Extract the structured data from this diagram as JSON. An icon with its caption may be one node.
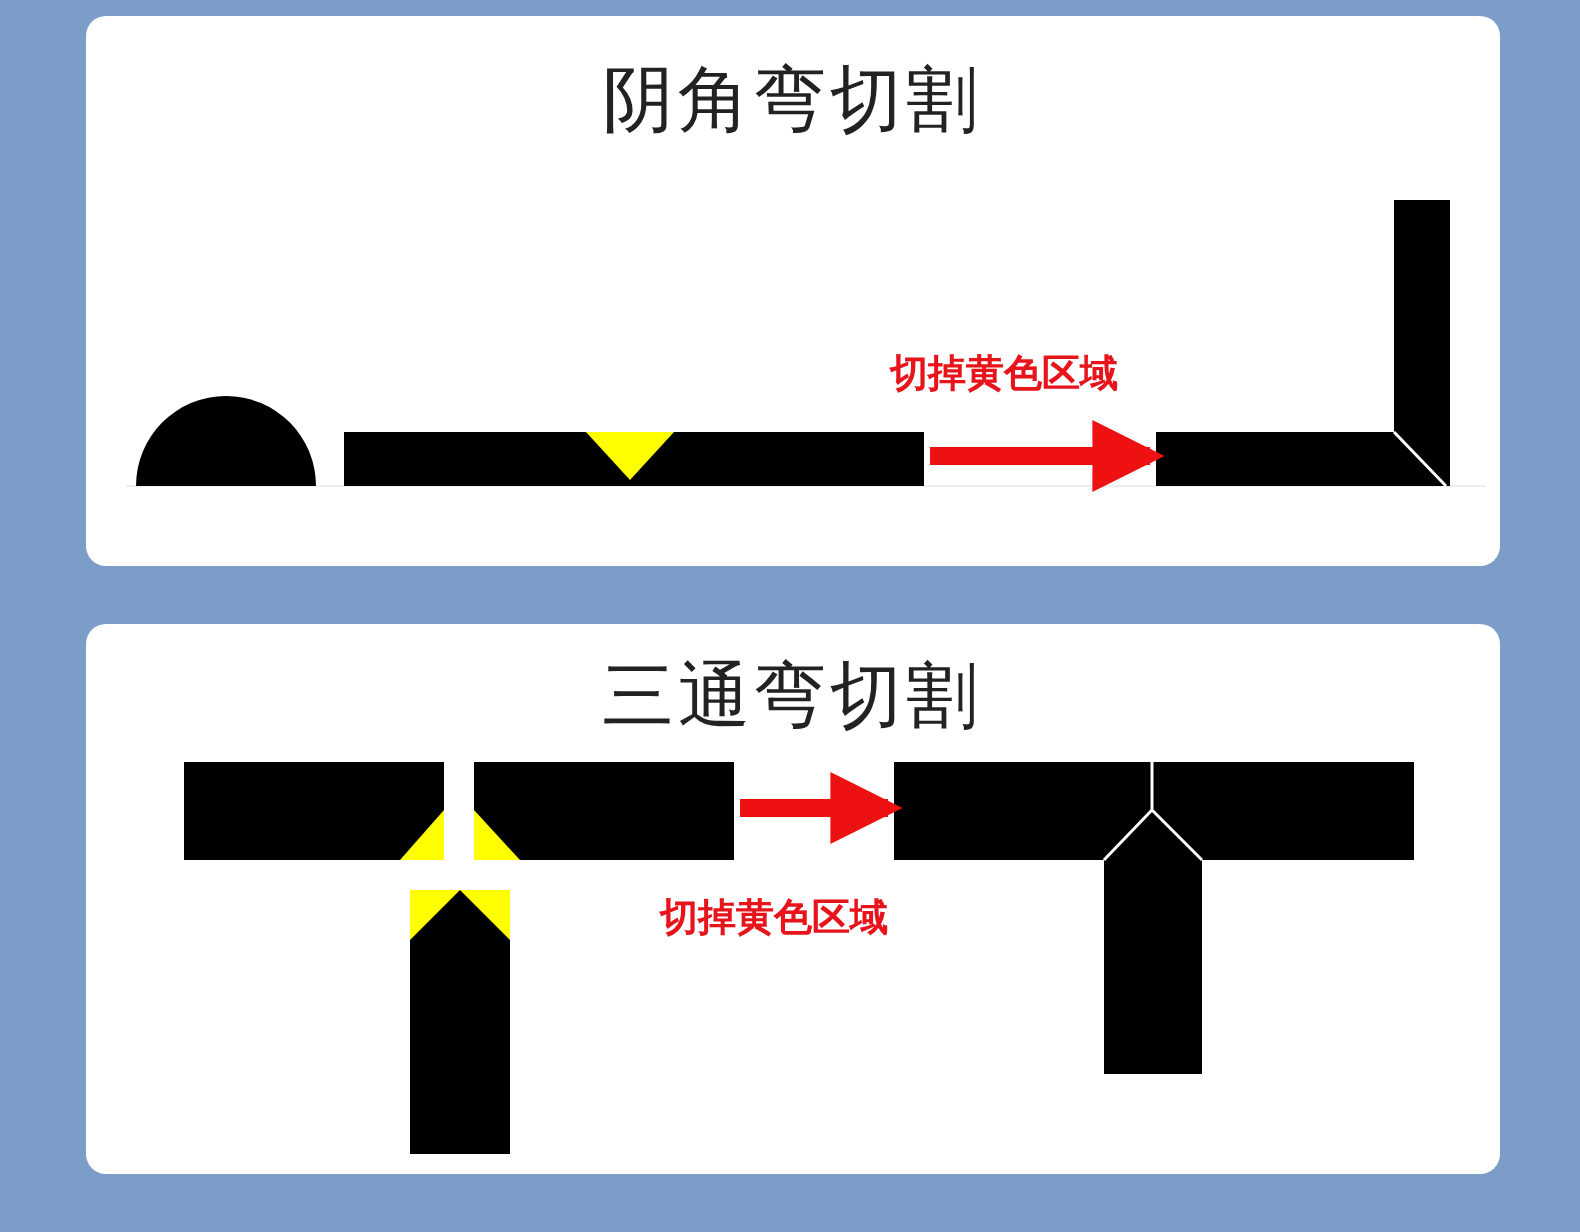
{
  "diagram": {
    "nodes": [
      {
        "text": [
          "阴角弯切割"
        ]
      },
      {
        "text": [],
        "shape": "semicircle",
        "in": 0
      },
      {
        "text": [],
        "shape": "bar",
        "in": 0
      },
      {
        "text": [],
        "shape": "bar",
        "in": 0
      },
      {
        "text": [
          "三通弯切割"
        ]
      },
      {
        "text": [],
        "shape": "bar",
        "in": 4
      },
      {
        "text": [],
        "shape": "bar",
        "in": 4
      }
    ],
    "edges": [
      {
        "from": 2,
        "to": 3,
        "arrow": "to",
        "label": "切掉黄色区域"
      },
      {
        "from": 5,
        "to": 6,
        "arrow": "to",
        "label": "切掉黄色区域"
      }
    ]
  }
}
